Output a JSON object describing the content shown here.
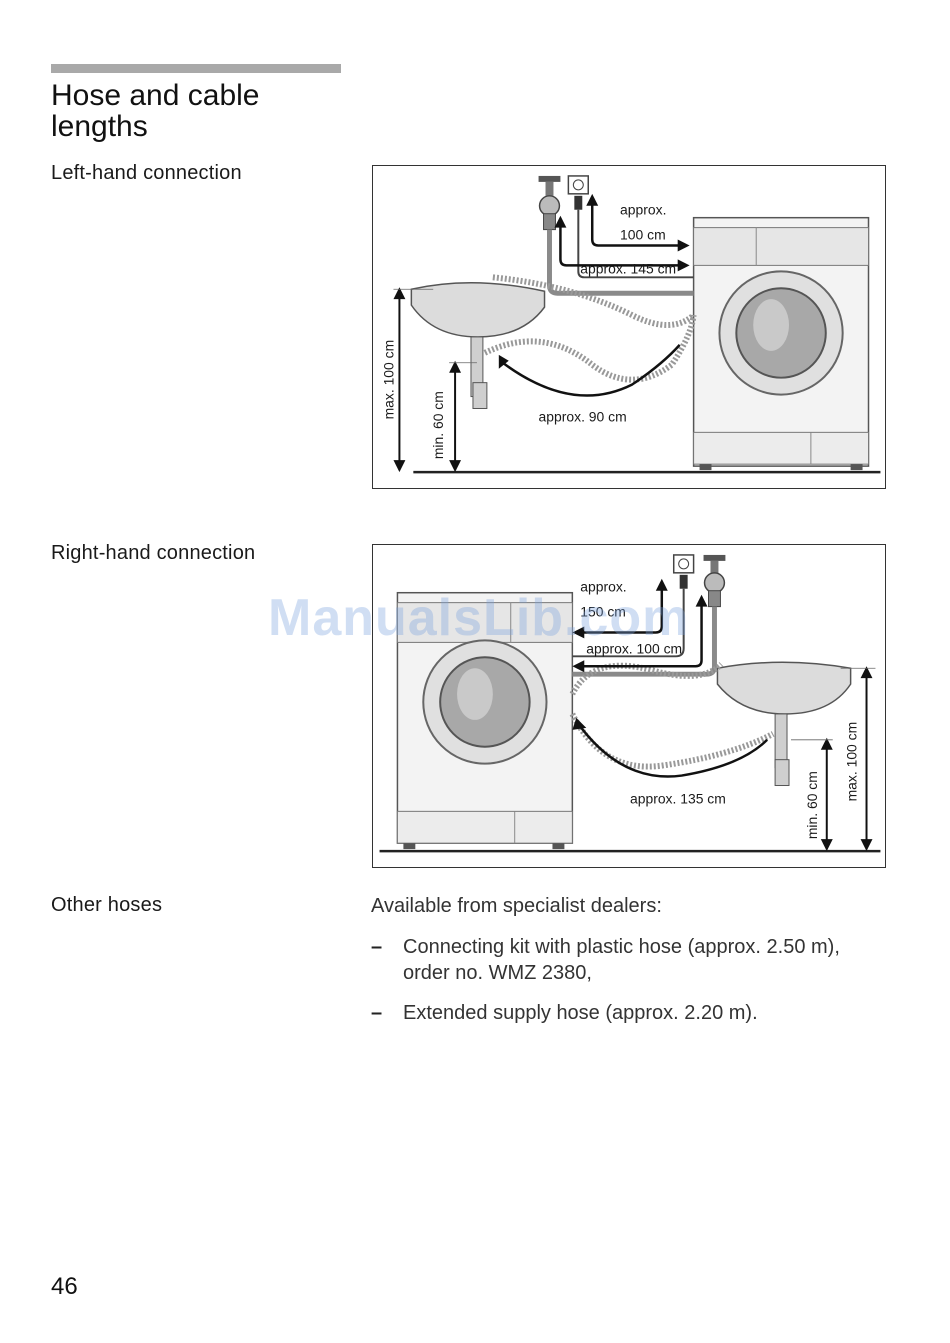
{
  "heading": {
    "title": "Hose and cable lengths"
  },
  "sections": {
    "left_hand": "Left-hand connection",
    "right_hand": "Right-hand connection",
    "other_hoses": "Other hoses"
  },
  "figure_left": {
    "label_approx": "approx.",
    "label_100": "100 cm",
    "label_145": "approx. 145 cm",
    "label_90": "approx. 90 cm",
    "label_max100": "max. 100 cm",
    "label_min60": "min. 60 cm"
  },
  "figure_right": {
    "label_approx": "approx.",
    "label_150": "150 cm",
    "label_100": "approx. 100 cm",
    "label_135": "approx. 135 cm",
    "label_min60": "min. 60 cm",
    "label_max100": "max. 100 cm"
  },
  "watermark": "ManualsLib.com",
  "other_hoses": {
    "intro": "Available from specialist dealers:",
    "items": [
      "Connecting kit with plastic hose (approx. 2.50 m),\norder no. WMZ 2380,",
      "Extended supply hose (approx. 2.20 m)."
    ],
    "bullet": "–"
  },
  "page_number": "46"
}
